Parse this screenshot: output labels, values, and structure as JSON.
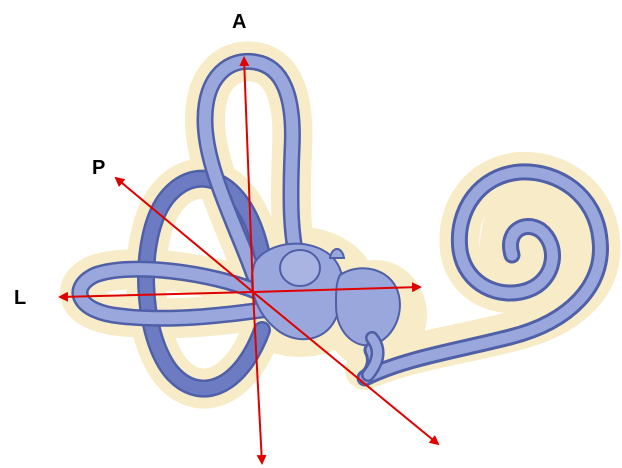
{
  "labels": {
    "anterior": "A",
    "posterior": "P",
    "lateral": "L"
  },
  "colors": {
    "background": "#ffffff",
    "membrane_fill": "#f7ecc7",
    "membrane_edge": "#e3d29c",
    "duct_fill": "#9aa7dd",
    "duct_dark": "#5e6fb6",
    "duct_edge": "#4f5fa8",
    "arrow": "#e00000",
    "text": "#000000"
  }
}
